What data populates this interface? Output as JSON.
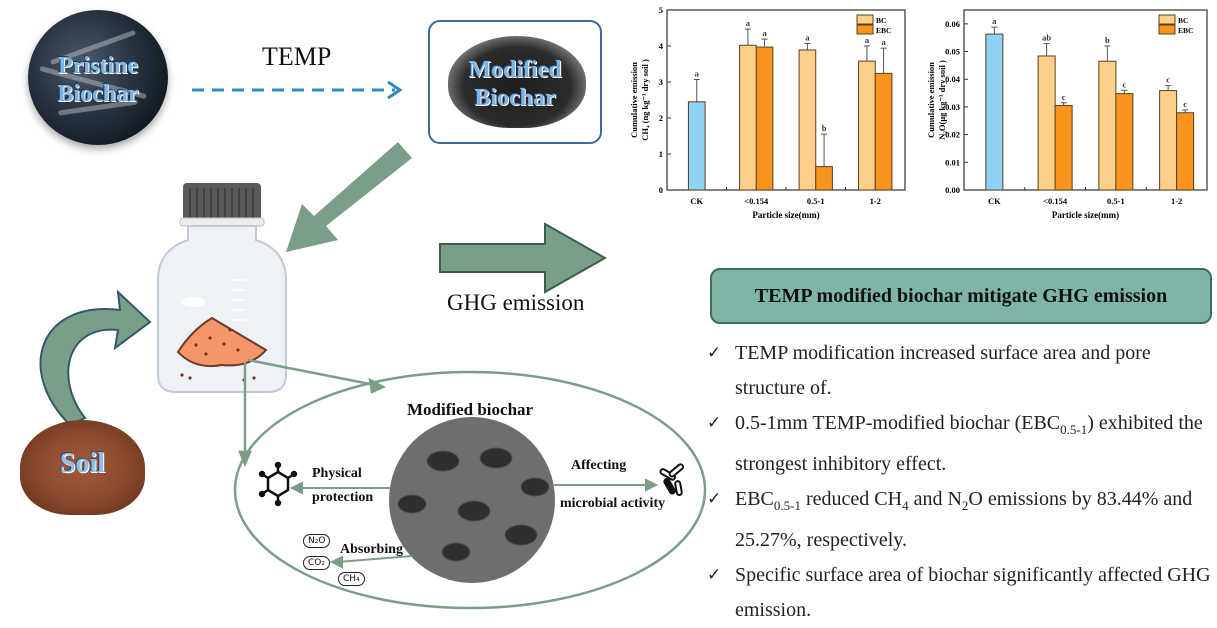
{
  "diagram": {
    "pristine_label_line1": "Pristine",
    "pristine_label_line2": "Biochar",
    "process_label": "TEMP",
    "modified_label_line1": "Modified",
    "modified_label_line2": "Biochar",
    "soil_label": "Soil",
    "ghg_label": "GHG emission",
    "inner": {
      "title": "Modified biochar",
      "physical_line1": "Physical",
      "physical_line2": "protection",
      "affecting_line1": "Affecting",
      "affecting_line2": "microbial activity",
      "absorbing": "Absorbing",
      "gases": [
        "N₂O",
        "CO₂",
        "CH₄"
      ]
    },
    "icons": [
      "molecule-icon",
      "microbe-icon",
      "gas-cloud-icon",
      "bottle-icon"
    ],
    "colors": {
      "arrow_green": "#7a9e87",
      "title_box": "#7fb5a7",
      "bc": "#fdd08a",
      "ebc": "#f7941d",
      "ck": "#8fd3f4"
    }
  },
  "summary": {
    "title": "TEMP modified biochar mitigate GHG emission",
    "bullets": [
      {
        "text_a": "TEMP modification increased surface area and pore structure of.",
        "check": "✓"
      },
      {
        "pre": "0.5-1mm TEMP-modified biochar (EBC",
        "sub": "0.5-1",
        "post": ") exhibited the strongest inhibitory effect.",
        "check": "✓"
      },
      {
        "pre": "EBC",
        "sub": "0.5-1",
        "mid1": " reduced CH",
        "sub2": "4",
        "mid2": " and N",
        "sub3": "2",
        "post": "O emissions by 83.44% and 25.27%, respectively.",
        "check": "✓"
      },
      {
        "text_a": "Specific surface area of biochar significantly affected GHG emission.",
        "check": "✓"
      }
    ]
  },
  "chart_data": [
    {
      "type": "bar",
      "title": "",
      "ylabel_line1": "Cumulative emission",
      "ylabel_line2": "CH₄ (ng kg⁻¹ dry soil )",
      "xlabel": "Particle size(mm)",
      "categories": [
        "CK",
        "<0.154",
        "0.5-1",
        "1-2"
      ],
      "ylim": [
        0,
        5
      ],
      "yticks": [
        "0",
        "1",
        "2",
        "3",
        "4",
        "5"
      ],
      "legend": [
        "BC",
        "EBC"
      ],
      "legend_position": "top-right",
      "series": [
        {
          "name": "CK",
          "values": [
            2.45,
            null,
            null,
            null
          ],
          "errors": [
            0.62,
            null,
            null,
            null
          ],
          "letters": [
            "a",
            null,
            null,
            null
          ]
        },
        {
          "name": "BC",
          "values": [
            null,
            4.02,
            3.89,
            3.58
          ],
          "errors": [
            null,
            0.45,
            0.18,
            0.42
          ],
          "letters": [
            null,
            "a",
            "a",
            "a"
          ]
        },
        {
          "name": "EBC",
          "values": [
            null,
            3.97,
            0.65,
            3.24
          ],
          "errors": [
            null,
            0.22,
            0.9,
            0.7
          ],
          "letters": [
            null,
            "a",
            "b",
            "a"
          ]
        }
      ]
    },
    {
      "type": "bar",
      "title": "",
      "ylabel_line1": "Cumulative  emission",
      "ylabel_line2": "N₂O(μg kg⁻¹ dry soil )",
      "xlabel": "Particle size(mm)",
      "categories": [
        "CK",
        "<0.154",
        "0.5-1",
        "1-2"
      ],
      "ylim": [
        0,
        0.065
      ],
      "yticks": [
        "0.00",
        "0.01",
        "0.02",
        "0.03",
        "0.04",
        "0.05",
        "0.06"
      ],
      "legend": [
        "BC",
        "EBC"
      ],
      "legend_position": "top-right",
      "series": [
        {
          "name": "CK",
          "values": [
            0.0563,
            null,
            null,
            null
          ],
          "errors": [
            0.0025,
            null,
            null,
            null
          ],
          "letters": [
            "a",
            null,
            null,
            null
          ]
        },
        {
          "name": "BC",
          "values": [
            null,
            0.0484,
            0.0465,
            0.0359
          ],
          "errors": [
            null,
            0.0045,
            0.0055,
            0.0018
          ],
          "letters": [
            null,
            "ab",
            "b",
            "c"
          ]
        },
        {
          "name": "EBC",
          "values": [
            null,
            0.0305,
            0.0348,
            0.0279
          ],
          "errors": [
            null,
            0.001,
            0.0012,
            0.001
          ],
          "letters": [
            null,
            "c",
            "c",
            "c"
          ]
        }
      ]
    }
  ]
}
